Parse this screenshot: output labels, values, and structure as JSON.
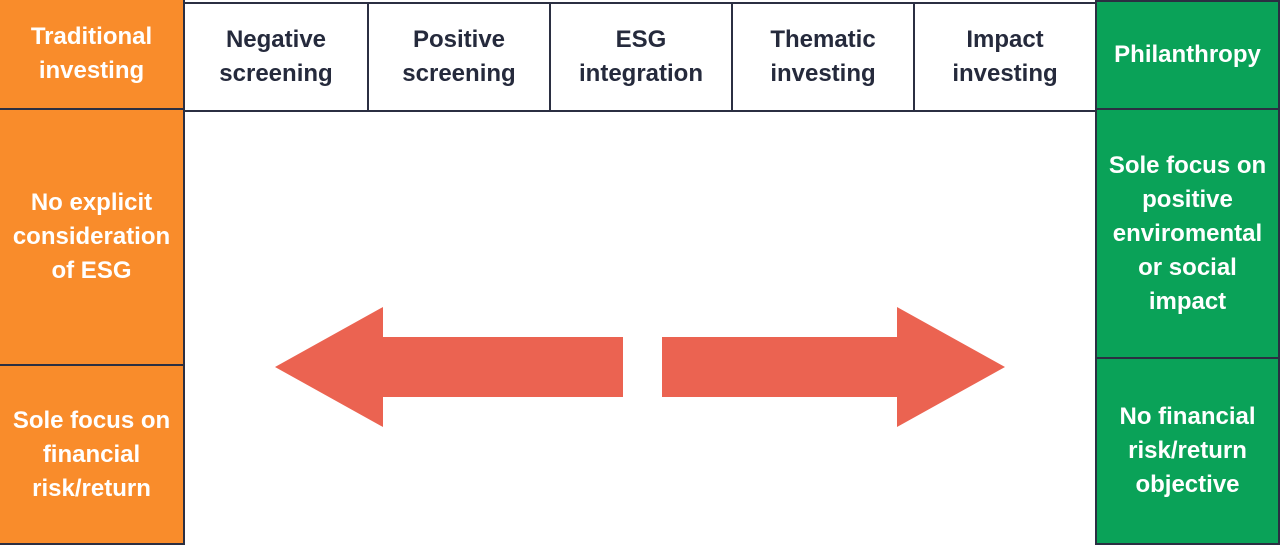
{
  "spectrum": {
    "left_header": "Traditional investing",
    "middle_headers": [
      "Negative screening",
      "Positive screening",
      "ESG integration",
      "Thematic investing",
      "Impact investing"
    ],
    "right_header": "Philanthropy",
    "left_cells": [
      "No explicit consideration of ESG",
      "Sole focus on financial risk/return"
    ],
    "right_cells": [
      "Sole focus on positive enviromental or social impact",
      "No financial risk/return objective"
    ]
  },
  "icons": {
    "left_arrow": "left-arrow-icon",
    "right_arrow": "right-arrow-icon"
  },
  "colors": {
    "orange": "#F98C2B",
    "green": "#0AA258",
    "arrow_red": "#EB6351",
    "border_dark": "#2B2F42",
    "header_text": "#252A3C",
    "light_text": "#FFFFFF"
  }
}
